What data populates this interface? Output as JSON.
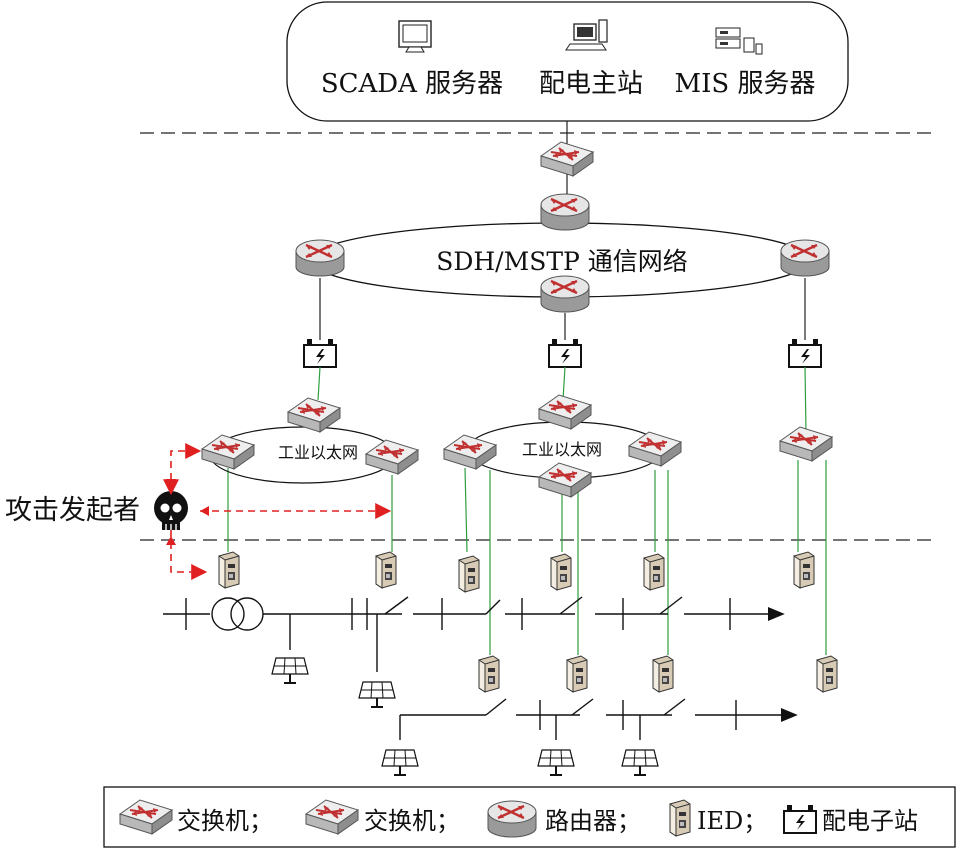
{
  "top_panel": {
    "scada": "SCADA 服务器",
    "master": "配电主站",
    "mis": "MIS 服务器"
  },
  "network": {
    "label": "SDH/MSTP 通信网络"
  },
  "ethernet": {
    "left_label": "工业以太网",
    "mid_label": "工业以太网"
  },
  "attacker": {
    "label": "攻击发起者"
  },
  "legend": {
    "switch1": "交换机；",
    "switch2": "交换机；",
    "router": "路由器；",
    "ied": "IED；",
    "substation": "配电子站"
  },
  "colors": {
    "attack": "#e02020",
    "link_green": "#2e9e3e",
    "router_arrow": "#c03030"
  },
  "icons": {
    "switch": "switch-icon",
    "router": "router-icon",
    "ied": "ied-icon",
    "substation": "substation-icon",
    "solar": "solar-panel-icon",
    "skull": "skull-icon",
    "monitor": "monitor-icon",
    "computer": "computer-icon",
    "server": "server-icon"
  }
}
